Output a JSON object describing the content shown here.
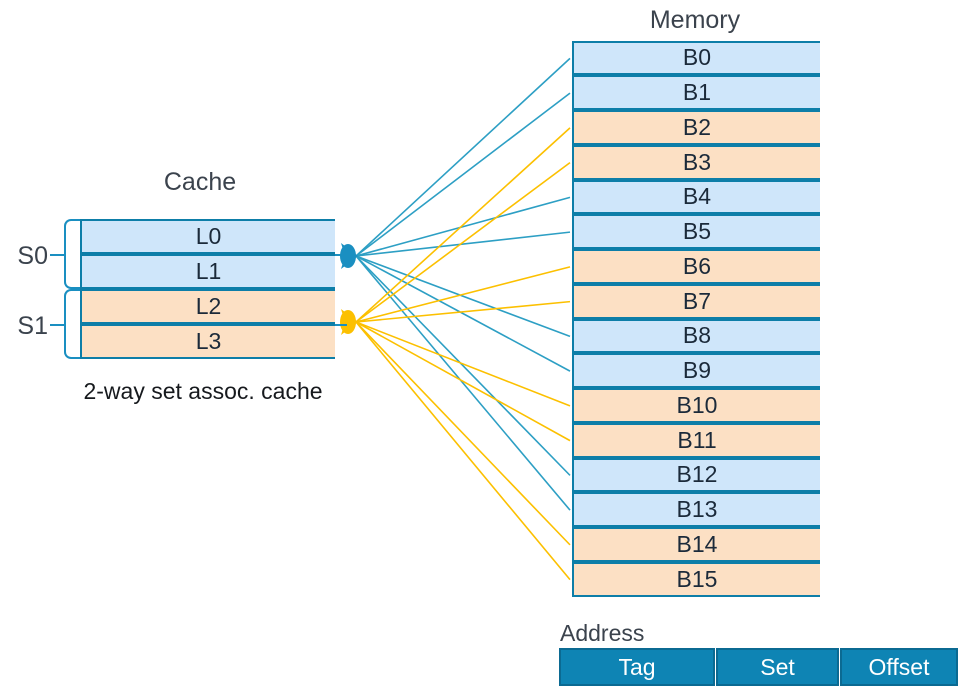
{
  "diagram": {
    "title_cache": "Cache",
    "title_memory": "Memory",
    "caption_cache": "2-way set assoc. cache",
    "title_address": "Address"
  },
  "colors": {
    "fill_blue": "#cfe6fa",
    "fill_orange": "#fce0c4",
    "border_teal": "#0d7ea8",
    "wire_blue": "#2d9fc4",
    "wire_yellow": "#fcc000",
    "address_bar": "#0e84b4",
    "text_dark": "#3b434d"
  },
  "cache": {
    "sets": [
      {
        "label": "S0",
        "color": "blue"
      },
      {
        "label": "S1",
        "color": "orange"
      }
    ],
    "lines": [
      {
        "label": "L0",
        "color": "blue",
        "set": "S0"
      },
      {
        "label": "L1",
        "color": "blue",
        "set": "S0"
      },
      {
        "label": "L2",
        "color": "orange",
        "set": "S1"
      },
      {
        "label": "L3",
        "color": "orange",
        "set": "S1"
      }
    ]
  },
  "memory": {
    "blocks": [
      {
        "label": "B0",
        "color": "blue"
      },
      {
        "label": "B1",
        "color": "blue"
      },
      {
        "label": "B2",
        "color": "orange"
      },
      {
        "label": "B3",
        "color": "orange"
      },
      {
        "label": "B4",
        "color": "blue"
      },
      {
        "label": "B5",
        "color": "blue"
      },
      {
        "label": "B6",
        "color": "orange"
      },
      {
        "label": "B7",
        "color": "orange"
      },
      {
        "label": "B8",
        "color": "blue"
      },
      {
        "label": "B9",
        "color": "blue"
      },
      {
        "label": "B10",
        "color": "orange"
      },
      {
        "label": "B11",
        "color": "orange"
      },
      {
        "label": "B12",
        "color": "blue"
      },
      {
        "label": "B13",
        "color": "blue"
      },
      {
        "label": "B14",
        "color": "orange"
      },
      {
        "label": "B15",
        "color": "orange"
      }
    ]
  },
  "address": {
    "fields": [
      {
        "label": "Tag"
      },
      {
        "label": "Set"
      },
      {
        "label": "Offset"
      }
    ]
  }
}
